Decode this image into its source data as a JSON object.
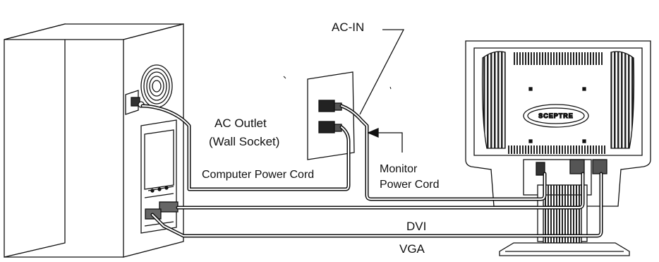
{
  "labels": {
    "ac_in": "AC-IN",
    "ac_outlet_line1": "AC Outlet",
    "ac_outlet_line2": "(Wall Socket)",
    "computer_power_cord": "Computer Power Cord",
    "monitor_power_cord_line1": "Monitor",
    "monitor_power_cord_line2": "Power Cord",
    "dvi": "DVI",
    "vga": "VGA"
  },
  "logo": {
    "text": "SCEPTRE"
  }
}
